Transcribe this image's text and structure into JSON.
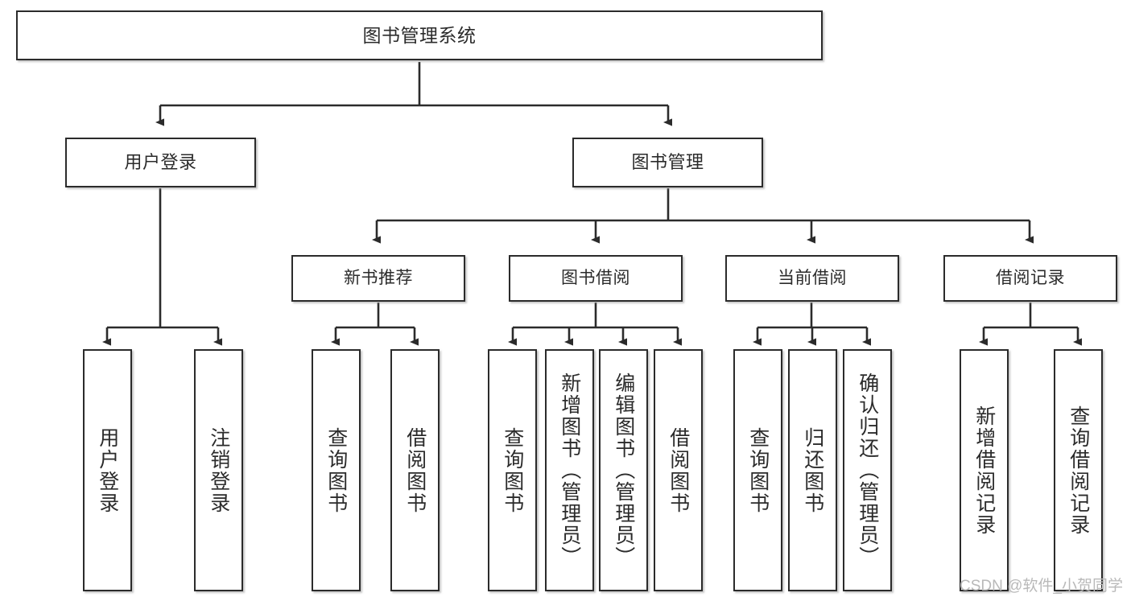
{
  "diagram": {
    "title": "图书管理系统",
    "watermark": "CSDN @软件_小贺同学",
    "colors": {
      "background": "#ffffff",
      "border": "#2b2b2b",
      "connector": "#2b2b2b",
      "text": "#2b2b2b",
      "watermark": "#b9b9b9"
    },
    "nodes": {
      "root": {
        "label": "图书管理系统"
      },
      "level1": [
        {
          "label": "用户登录"
        },
        {
          "label": "图书管理"
        }
      ],
      "level2": [
        {
          "label": "新书推荐"
        },
        {
          "label": "图书借阅"
        },
        {
          "label": "当前借阅"
        },
        {
          "label": "借阅记录"
        }
      ],
      "leaves": {
        "user_login": [
          {
            "label": "用户登录"
          },
          {
            "label": "注销登录"
          }
        ],
        "new_book": [
          {
            "label": "查询图书"
          },
          {
            "label": "借阅图书"
          }
        ],
        "book_borrow": [
          {
            "label": "查询图书"
          },
          {
            "label": "新增图书（管理员）"
          },
          {
            "label": "编辑图书（管理员）"
          },
          {
            "label": "借阅图书"
          }
        ],
        "current_borrow": [
          {
            "label": "查询图书"
          },
          {
            "label": "归还图书"
          },
          {
            "label": "确认归还（管理员）"
          }
        ],
        "borrow_record": [
          {
            "label": "新增借阅记录"
          },
          {
            "label": "查询借阅记录"
          }
        ]
      }
    }
  }
}
